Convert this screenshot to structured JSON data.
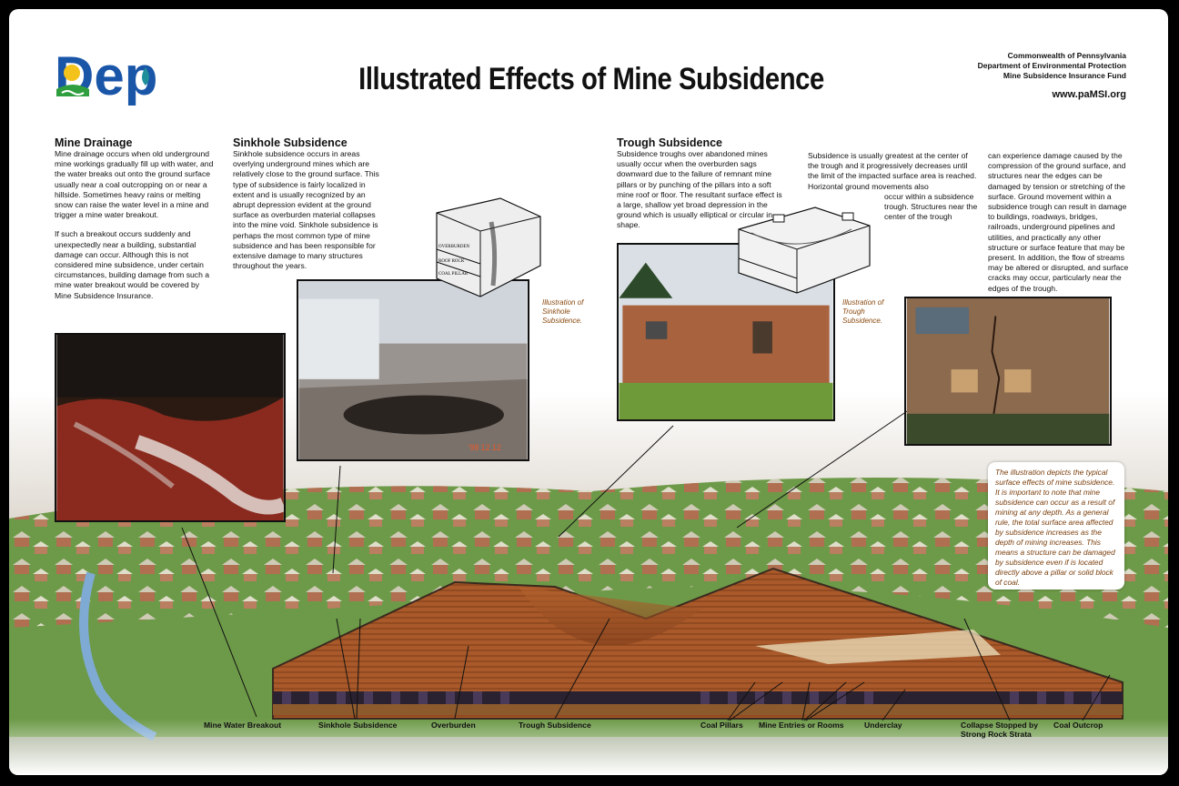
{
  "header": {
    "title": "Illustrated Effects of Mine Subsidence",
    "org_line1": "Commonwealth of Pennsylvania",
    "org_line2": "Department of Environmental Protection",
    "org_line3": "Mine Subsidence Insurance Fund",
    "url": "www.paMSI.org"
  },
  "logo": {
    "text": "Dep",
    "colors": {
      "blue": "#1a56a8",
      "green": "#2e9e3f",
      "teal": "#1f8f9a",
      "sun": "#f3c21b"
    }
  },
  "sections": {
    "mine_drainage": {
      "heading": "Mine Drainage",
      "p1": "Mine drainage occurs when old underground mine workings gradually fill up with water, and the water breaks out onto the ground surface usually near a coal outcropping on or near a hillside. Sometimes heavy rains or melting snow can raise the water level in a mine and trigger a mine water breakout.",
      "p2": "If such a breakout occurs suddenly and unexpectedly near a building, substantial damage can occur. Although this is not considered mine subsidence, under certain circumstances, building damage from such a mine water breakout would be covered by Mine Subsidence Insurance."
    },
    "sinkhole": {
      "heading": "Sinkhole Subsidence",
      "p1": "Sinkhole subsidence occurs in areas overlying underground mines which are relatively close to the ground surface. This type of subsidence is fairly localized in extent and is usually recognized by an abrupt depression evident at the ground surface as overburden material collapses into the mine void. Sinkhole subsidence is perhaps the most common type of mine subsidence and has been responsible for extensive damage to many structures throughout the years."
    },
    "trough": {
      "heading": "Trough Subsidence",
      "p1": "Subsidence troughs over abandoned mines usually occur when the overburden sags downward due to the failure of remnant mine pillars or by punching of the pillars into a soft mine roof or floor. The resultant surface effect is a large, shallow yet broad depression in the ground which is usually elliptical or circular in shape.",
      "p2a": "Subsidence is usually greatest at the center of the trough and it progressively decreases until the limit of the impacted surface area is reached. Horizontal ground movements also",
      "p2b": "occur within a subsidence trough. Structures near the center of the trough",
      "p3": "can experience damage caused by the compression of the ground surface, and structures near the edges can be damaged by tension or stretching of the surface. Ground movement within a subsidence trough can result in damage to buildings, roadways, bridges, railroads, underground pipelines and utilities, and practically any other structure or surface feature that may be present. In addition, the flow of streams may be altered or disrupted, and surface cracks may occur, particularly near the edges of the trough."
    }
  },
  "captions": {
    "sinkhole_illustration": "Illustration of Sinkhole Subsidence.",
    "trough_illustration": "Illustration of Trough Subsidence."
  },
  "sinkhole_diagram_labels": {
    "overburden": "OVERBURDEN",
    "roof_rock": "ROOF ROCK",
    "coal_pillar": "COAL PILLAR"
  },
  "photo_date_stamp": "'98 12 12",
  "note": "The illustration depicts the typical surface effects of mine subsidence. It is important to note that mine subsidence can occur as a result of mining at any depth. As a general rule, the total surface area affected by subsidence increases as the depth of mining increases. This means a structure can be damaged by subsidence even if is located directly above a pillar or solid block of coal.",
  "callouts": {
    "mine_water_breakout": "Mine Water Breakout",
    "sinkhole_subsidence": "Sinkhole Subsidence",
    "overburden": "Overburden",
    "trough_subsidence": "Trough Subsidence",
    "coal_pillars": "Coal Pillars",
    "mine_entries": "Mine Entries or Rooms",
    "underclay": "Underclay",
    "collapse_line1": "Collapse Stopped by",
    "collapse_line2": "Strong Rock Strata",
    "coal_outcrop": "Coal Outcrop"
  },
  "colors": {
    "caption": "#8a4a10",
    "note_text": "#7a3e0c",
    "grass": "#5e8a3c",
    "earth": "#a5542a",
    "coal": "#2a2230"
  }
}
